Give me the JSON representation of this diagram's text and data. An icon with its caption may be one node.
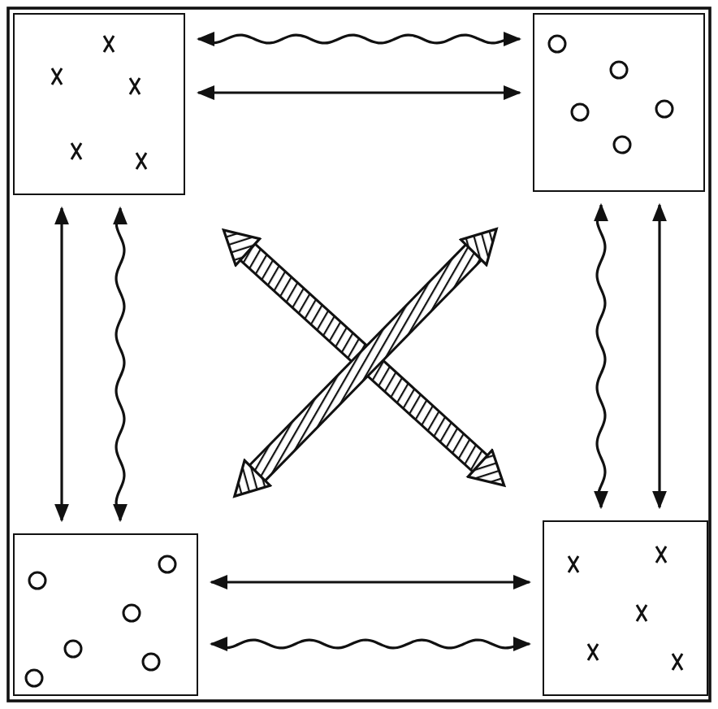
{
  "diagram": {
    "nodes": [
      {
        "text": [],
        "shape": "box"
      },
      {
        "text": [],
        "shape": "box"
      },
      {
        "text": [],
        "shape": "box"
      },
      {
        "text": [],
        "shape": "box"
      }
    ],
    "edges": [
      {
        "from": 0,
        "to": 1,
        "arrow": "both"
      },
      {
        "from": 0,
        "to": 1,
        "arrow": "both"
      },
      {
        "from": 0,
        "to": 2,
        "arrow": "both"
      },
      {
        "from": 0,
        "to": 2,
        "arrow": "both"
      },
      {
        "from": 1,
        "to": 3,
        "arrow": "both"
      },
      {
        "from": 1,
        "to": 3,
        "arrow": "both"
      },
      {
        "from": 2,
        "to": 3,
        "arrow": "both"
      },
      {
        "from": 2,
        "to": 3,
        "arrow": "both"
      },
      {
        "from": 0,
        "to": 3,
        "arrow": "both",
        "style": "thick"
      },
      {
        "from": 1,
        "to": 2,
        "arrow": "both",
        "style": "thick"
      }
    ]
  }
}
